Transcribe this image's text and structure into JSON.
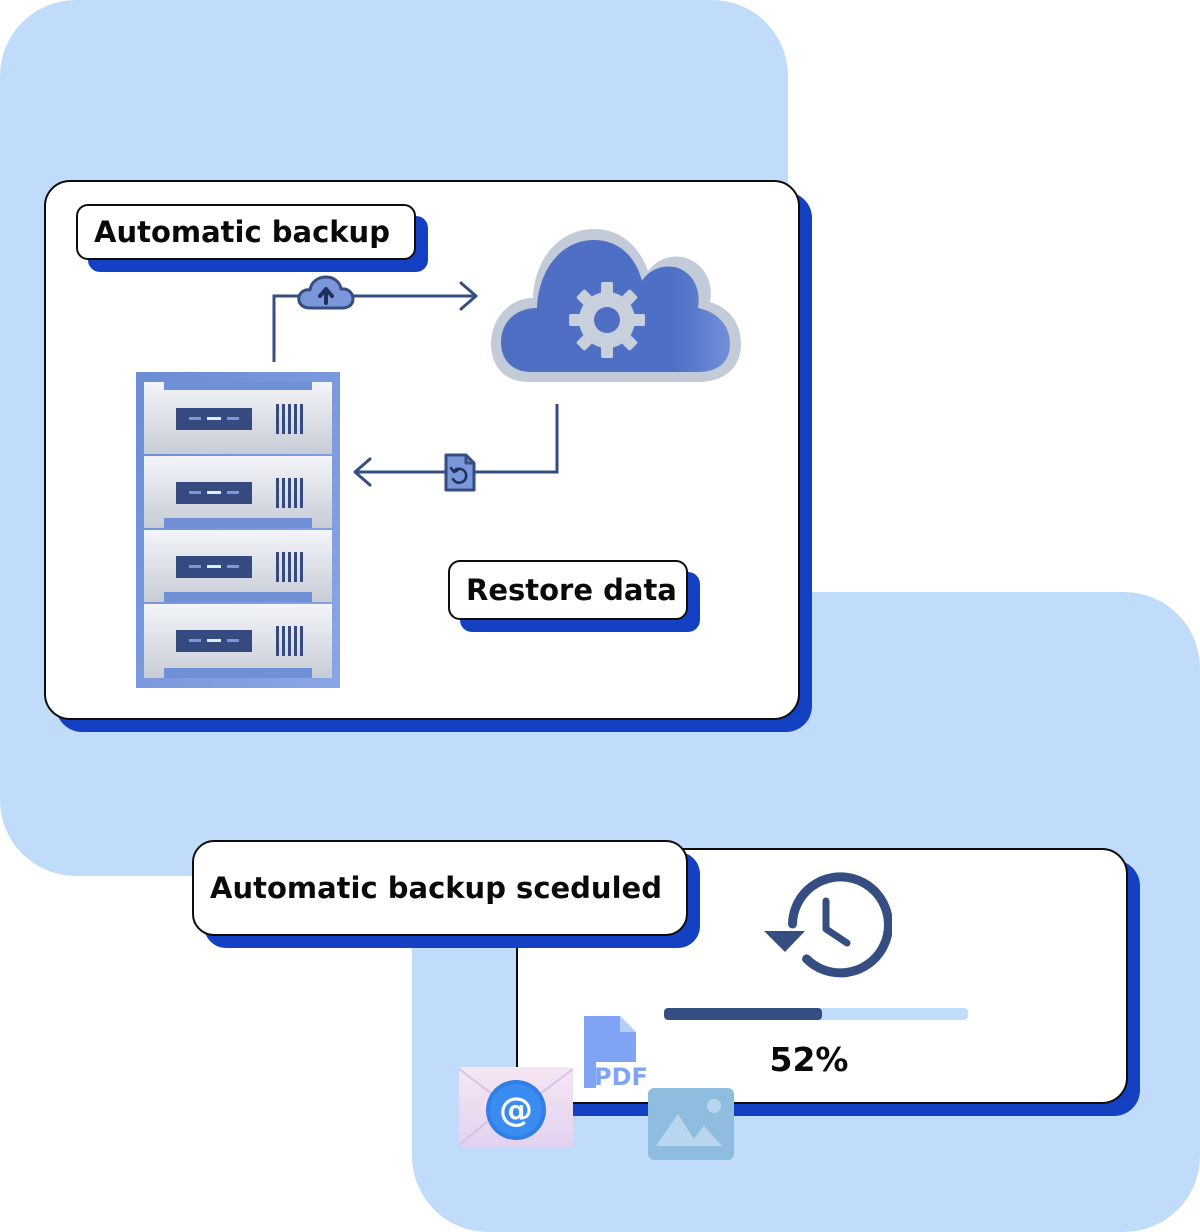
{
  "labels": {
    "automatic_backup": "Automatic backup",
    "restore_data": "Restore data",
    "schedule_title": "Automatic backup sceduled"
  },
  "progress": {
    "value": 0.52,
    "text": "52%"
  },
  "file_badges": {
    "pdf": "PDF"
  },
  "colors": {
    "background_blob": "#c0dcfa",
    "accent_shadow": "#1440c4",
    "line": "#364d81",
    "cloud_fill": "#4e72c6",
    "cloud_outline": "#c3cad8",
    "server_frame": "#6f8fd6",
    "progress_fill": "#364d81",
    "progress_track": "#c0dcfa"
  },
  "icons": {
    "cloud": "cloud-gear-icon",
    "server": "server-rack-icon",
    "upload": "cloud-upload-icon",
    "restore": "file-restore-icon",
    "history": "history-clock-icon",
    "email": "email-envelope-icon",
    "pdf": "pdf-file-icon",
    "image": "image-file-icon"
  }
}
